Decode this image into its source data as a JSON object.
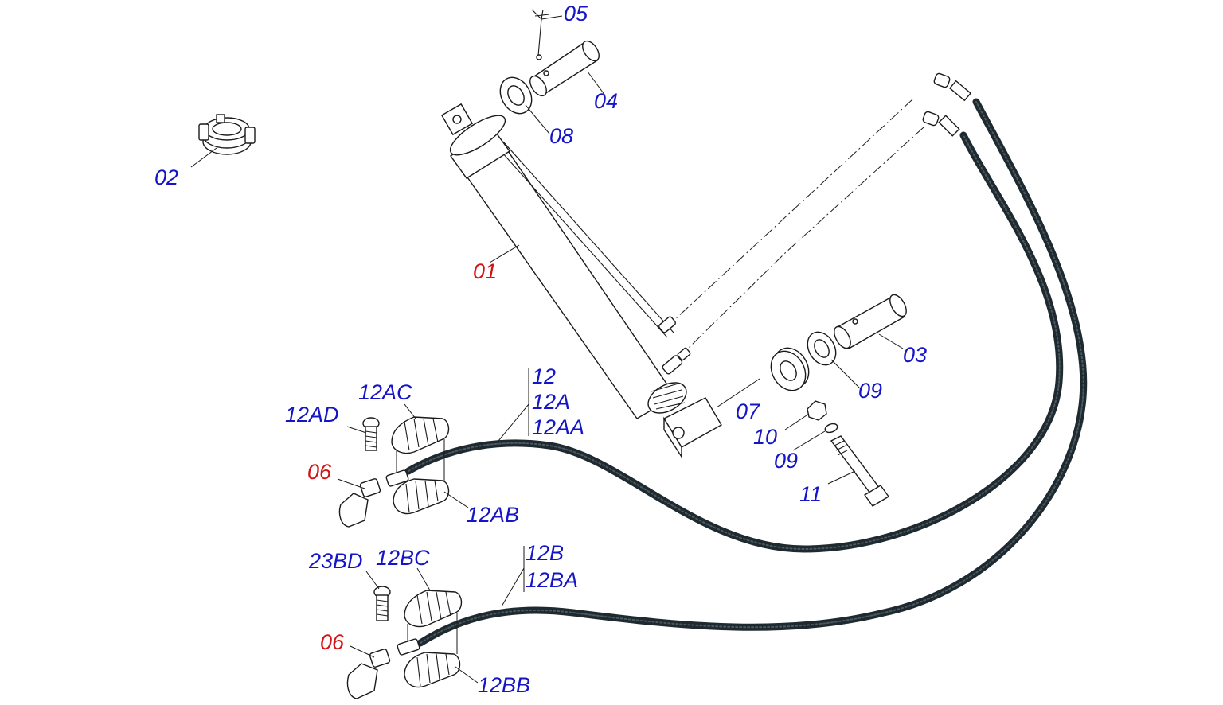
{
  "colors": {
    "callout_blue": "#1515c8",
    "callout_red": "#d41414",
    "line": "#1a1a1a",
    "hose": "#1f2a30",
    "background": "#ffffff"
  },
  "callouts": {
    "c01": "01",
    "c02": "02",
    "c03": "03",
    "c04": "04",
    "c05": "05",
    "c06a": "06",
    "c06b": "06",
    "c07": "07",
    "c08": "08",
    "c09a": "09",
    "c09b": "09",
    "c10": "10",
    "c11": "11",
    "c12": "12",
    "c12A": "12A",
    "c12AA": "12AA",
    "c12AB": "12AB",
    "c12AC": "12AC",
    "c12AD": "12AD",
    "c12B": "12B",
    "c12BA": "12BA",
    "c12BB": "12BB",
    "c12BC": "12BC",
    "c23BD": "23BD"
  }
}
